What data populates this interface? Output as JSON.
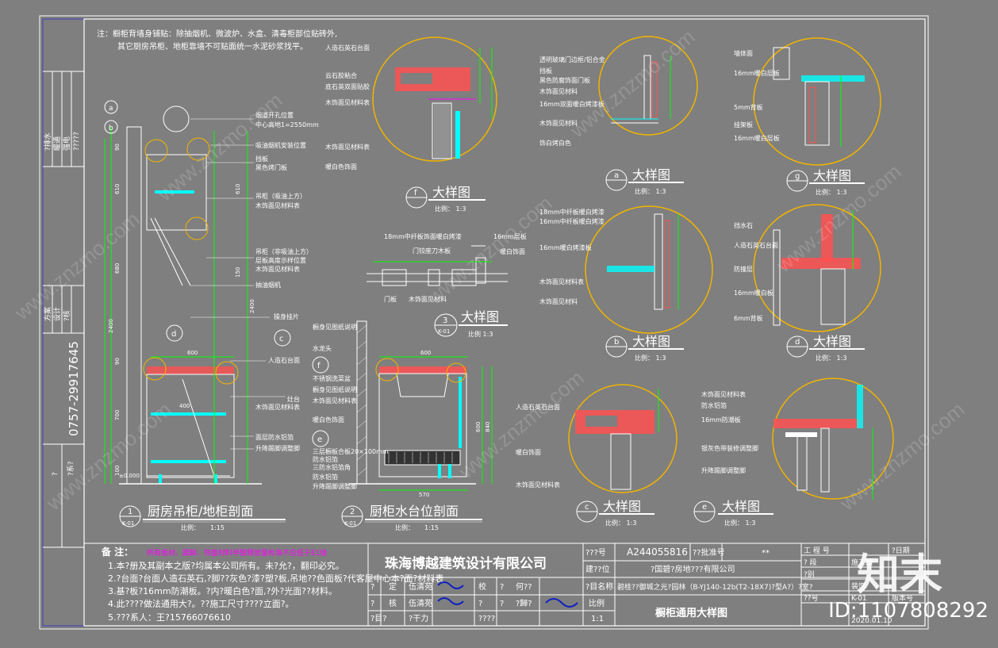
{
  "notes": {
    "line1": "注：橱柜背墙身铺贴：除抽烟机、微波炉、水盒、清毒柜部位贴砖外,",
    "line2": "其它厨房吊柜、地柜靠墙不可贴面统一水泥砂浆找平。"
  },
  "side_block": {
    "phone": "0757-29917645",
    "col_labels_top": [
      "?排水",
      "暖通",
      "强电",
      "?????"
    ],
    "col_labels_mid": [
      "方案",
      "设计",
      "?核"
    ],
    "col_labels_bottom": [
      "?",
      "?系?"
    ]
  },
  "sections": [
    {
      "num": "1",
      "sheet": "K-01",
      "title": "厨房吊柜/地柜剖面",
      "scale_label": "比例：",
      "scale": "1:15"
    },
    {
      "num": "2",
      "sheet": "K-01",
      "title": "厨柜水台位剖面",
      "scale_label": "比例：",
      "scale": "1:15"
    }
  ],
  "details": [
    {
      "tag": "f",
      "title": "大样图",
      "scale": "比例： 1:3"
    },
    {
      "tag": "3",
      "sheet": "K-01",
      "title": "大样图",
      "scale": "比例 1:3"
    },
    {
      "tag": "a",
      "title": "大样图",
      "scale": "比例： 1:3"
    },
    {
      "tag": "g",
      "title": "大样图",
      "scale": "比例： 1:3"
    },
    {
      "tag": "b",
      "title": "大样图",
      "scale": "比例： 1:3"
    },
    {
      "tag": "d",
      "title": "大样图",
      "scale": "比例： 1:3"
    },
    {
      "tag": "c",
      "title": "大样图",
      "scale": "比例： 1:3"
    },
    {
      "tag": "e",
      "title": "大样图",
      "scale": "比例： 1:3"
    }
  ],
  "section1_labels": [
    "烟道开孔位置",
    "中心高地1=2550mm",
    "吸油烟机安装位置",
    "挡板",
    "黑色烤门板",
    "吊柜（吸油上方）",
    "木饰面见材料表",
    "吊柜（非吸油上方）",
    "层板高度示样位置",
    "木饰面见材料表",
    "抽油烟机",
    "操身挂片",
    "人造石台面",
    "灶台",
    "木饰面见材料表",
    "面层防水铝箔",
    "升降踢脚调整脚"
  ],
  "section1_dims": [
    "90",
    "610",
    "680",
    "2400",
    "90",
    "700",
    "100",
    "610",
    "150",
    "2400",
    "600",
    "400",
    "±0.000"
  ],
  "section2_labels": [
    "橱身见图纸说明",
    "水龙头",
    "不锈钢洗菜盆",
    "橱身见图纸说明",
    "木饰面见材料表",
    "暖白色饰面",
    "三层橱板合板20×100mm",
    "防水铝箔",
    "三防水铝箔角",
    "防水铝箔",
    "升降踢脚调整脚"
  ],
  "section2_dims": [
    "600",
    "570",
    "600",
    "840"
  ],
  "detail3_labels": [
    "18mm中纤板饰面暖白烤漆",
    "门铰座刀木板",
    "16mm层板",
    "暖白饰面",
    "门板",
    "木饰面见材料"
  ],
  "detail_f_labels": [
    "人造石英石台面",
    "云石胶粘合",
    "底石英双面贴胶",
    "木饰面见材料表",
    "木饰面见材料表",
    "暖白色饰面"
  ],
  "detail_a_labels": [
    "透明玻璃门边框/铝合金",
    "挡板",
    "黑色防腐饰面门板",
    "木饰面见材料",
    "16mm双面暖白烤漆板",
    "木饰面见材料",
    "饰白烤白色"
  ],
  "detail_g_labels": [
    "墙体面",
    "16mm暖白层板",
    "5mm背板",
    "挂架板",
    "16mm暖白层板"
  ],
  "detail_b_labels": [
    "18mm中纤板暖白烤漆",
    "16mm中纤板暖白烤漆",
    "16mm暖白烤漆板",
    "木饰面见材料表",
    "木饰面见材料"
  ],
  "detail_d_labels": [
    "挡水石",
    "人造石英石台面",
    "防撞层",
    "16mm暖白板",
    "6mm背板"
  ],
  "detail_c_labels": [
    "人造石英石台面",
    "暖白饰面",
    "木饰面见材料表"
  ],
  "detail_e_labels": [
    "木饰面见材料表",
    "防水铝箔",
    "16mm防潮板",
    "银灰色带装修调整脚",
    "升降踢脚调整脚"
  ],
  "title_block": {
    "remarks_title": "备  注：",
    "remarks_red": "所有板材、踢脚、饰面材料甲醛释放量标准不应低于E1级",
    "remarks": [
      "1.本?册及其副本之版?均属本公司所有。未?允?，翻印必究。",
      "2.?台面?台面人造石英石,?脚??灰色?漆?塑?板,吊地??色面板?代客屋中心本?面?材料表",
      "3.基?板?16mm防潮板。?内?暖白色?面,?外?光面??材料。",
      "4.此????做法通用大?。??施工尺寸????立面?。",
      "5.???系人：王?15766076610"
    ],
    "company": "珠海博越建筑设计有限公司",
    "rows": [
      {
        "role": "?",
        "label": "定",
        "name": "伍清苑",
        "role2": "校",
        "name2": "?",
        "role3": "何??"
      },
      {
        "role": "?",
        "label": "核",
        "name": "伍清苑",
        "role2": "?",
        "name2": "?",
        "role3": "?歸?"
      },
      {
        "role": "?目?",
        "label": "",
        "name": "?干力",
        "role2": "????",
        "name2": "",
        "role3": ""
      }
    ],
    "project_no_label": "???号",
    "project_no": "A244055816",
    "approve_label": "??批准号",
    "approve_val": "**",
    "builder_label": "建??位",
    "builder": "?国碧?房地???有限公司",
    "project_label": "?目名称",
    "project": "碧桂??御城之光?园林（B-YJ140-12b(T2-18X7)?型A?）?室?",
    "scale_label": "比例",
    "scale": "1:1",
    "drawing_title": "橱柜通用大样图",
    "right": {
      "work_no_label": "工  程  号",
      "date_label": "?日期",
      "stage_label": "?  段",
      "stage": "施工图",
      "sheet_label": "?别",
      "sheet": "装饰",
      "version_label": "版本号",
      "no_label": "??号",
      "no": "K-01",
      "date": "2020.01.10"
    }
  },
  "watermark": {
    "brand": "知末",
    "id": "ID:1107808292",
    "text": "www.znzmo.com"
  },
  "colors": {
    "bg": "#7f7f7f",
    "line": "#ffffff",
    "dim": "#00ff00",
    "circle": "#f0b400",
    "red": "#ff5050",
    "cyan": "#00ffff",
    "blue": "#1010a0",
    "magenta": "#ff00ff"
  }
}
